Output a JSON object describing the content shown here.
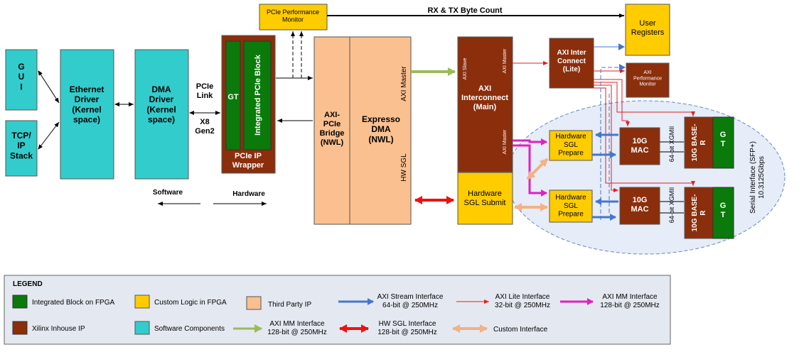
{
  "colors": {
    "software": "#33cccc",
    "integrated": "#0a7a0a",
    "custom": "#ffcc00",
    "thirdparty": "#fac090",
    "xilinx": "#8b2e0c",
    "stream": "#4477cc",
    "axilite": "#e02020",
    "mm": "#e020c0",
    "mm_green": "#9bbb59",
    "hwsgl": "#ee1111",
    "custom_if": "#f4b183",
    "ellipse_fill": "#e6ecf8",
    "ellipse_stroke": "#6688bb"
  },
  "blocks": {
    "gui": "G\nU\nI",
    "tcpip": "TCP/\nIP\nStack",
    "eth": "Ethernet\nDriver\n(Kernel\nspace)",
    "dma_drv": "DMA\nDriver\n(Kernel\nspace)",
    "pcie_link": "PCIe\nLink",
    "x8gen2": "X8\nGen2",
    "gt_left": "GT",
    "int_pcie": "Integrated PCIe Block",
    "pcie_wrapper": "PCIe IP\nWrapper",
    "perf_mon": "PCIe Performance\nMonitor",
    "rx_tx": "RX & TX Byte Count",
    "user_regs": "User\nRegisters",
    "axi_pcie_bridge": "AXI-\nPCIe\nBridge\n(NWL)",
    "expresso": "Expresso\nDMA\n(NWL)",
    "axi_master_top": "AXI Master",
    "hw_sgl_vert": "HW SGL",
    "axi_ic_main": "AXI\nInterconnect\n(Main)",
    "axi_slave": "AXI Slave",
    "axi_master_small_top": "AXI Master",
    "axi_master_small_bottom": "AXI Master",
    "axi_ic_lite": "AXI Inter\nConnect\n(Lite)",
    "axi_perf_mon": "AXI\nPerformance\nMonitor",
    "hw_sgl_submit": "Hardware\nSGL Submit",
    "hw_sgl_prep1": "Hardware\nSGL\nPrepare",
    "hw_sgl_prep2": "Hardware\nSGL\nPrepare",
    "mac1": "10G\nMAC",
    "mac2": "10G\nMAC",
    "xgmii1": "64-bit XGMII",
    "xgmii2": "64-bit XGMII",
    "baser1": "10G BASE-\nR",
    "baser2": "10G BASE-\nR",
    "gt1": "G\nT",
    "gt2": "G\nT",
    "serial_if": "Serial Interface (SFP+)\n10.3125Gbps",
    "software": "Software",
    "hardware": "Hardware"
  },
  "legend": {
    "title": "LEGEND",
    "integrated": "Integrated Block on FPGA",
    "custom": "Custom Logic in FPGA",
    "thirdparty": "Third Party IP",
    "xilinx": "Xilinx Inhouse IP",
    "software": "Software Components",
    "stream": "AXI Stream Interface\n64-bit @ 250MHz",
    "lite": "AXI Lite  Interface\n32-bit @ 250MHz",
    "mm": "AXI MM Interface\n128-bit @ 250MHz",
    "mm2": "AXI MM Interface\n128-bit @ 250MHz",
    "hwsgl": "HW SGL Interface\n128-bit @ 250MHz",
    "custom_if": "Custom  Interface"
  }
}
